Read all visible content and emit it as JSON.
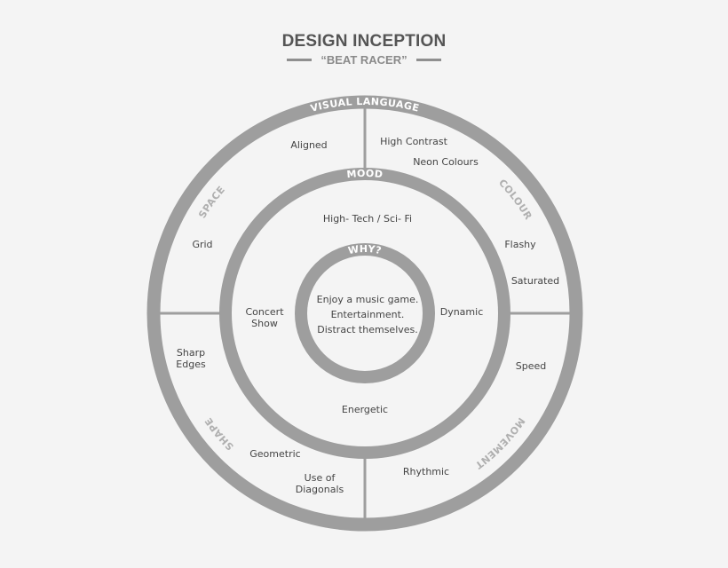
{
  "header": {
    "title": "DESIGN INCEPTION",
    "subtitle": "“BEAT RACER”"
  },
  "colors": {
    "ring": "#9e9e9e",
    "background": "#f4f4f4",
    "text": "#444444",
    "section_label": "#b0b0b0"
  },
  "rings": {
    "outer": "VISUAL LANGUAGE",
    "middle": "MOOD",
    "inner": "WHY?"
  },
  "sections": {
    "space": "SPACE",
    "colour": "COLOUR",
    "shape": "SHAPE",
    "movement": "MOVEMENT"
  },
  "visual_language": {
    "aligned": "Aligned",
    "high_contrast": "High Contrast",
    "neon_colours": "Neon Colours",
    "grid": "Grid",
    "flashy": "Flashy",
    "saturated": "Saturated",
    "sharp_edges": [
      "Sharp",
      "Edges"
    ],
    "speed": "Speed",
    "geometric": "Geometric",
    "use_of_diagonals": [
      "Use of",
      "Diagonals"
    ],
    "rhythmic": "Rhythmic"
  },
  "mood": {
    "high_tech": "High- Tech / Sci- Fi",
    "concert_show": [
      "Concert",
      "Show"
    ],
    "dynamic": "Dynamic",
    "energetic": "Energetic"
  },
  "why": [
    "Enjoy a music game.",
    "Entertainment.",
    "Distract themselves."
  ]
}
